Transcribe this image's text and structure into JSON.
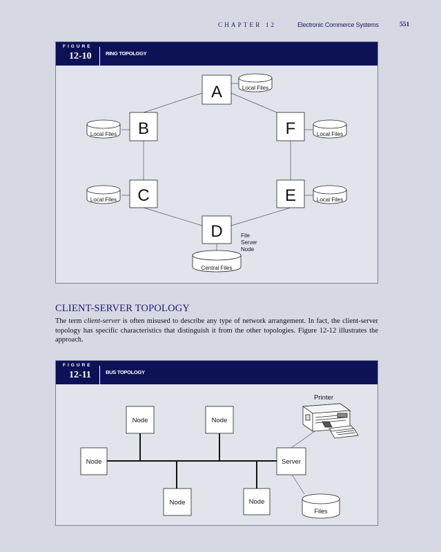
{
  "running_head": {
    "chapter": "CHAPTER 12",
    "title": "Electronic Commerce Systems",
    "page": "551"
  },
  "figure_ring": {
    "tag": "FIGURE",
    "number": "12-10",
    "title": "RING TOPOLOGY",
    "nodes": [
      "A",
      "B",
      "C",
      "D",
      "E",
      "F"
    ],
    "local_files": "Local Files",
    "file_server_note": [
      "File",
      "Server",
      "Node"
    ],
    "central_files": "Central Files"
  },
  "section": {
    "heading": "CLIENT-SERVER TOPOLOGY",
    "paragraph_before": "The term ",
    "paragraph_term": "client-server",
    "paragraph_after": " is often misused to describe any type of network arrangement. In fact, the client-server topology has specific characteristics that distinguish it from the other topologies. Figure 12-12 illustrates the approach."
  },
  "figure_bus": {
    "tag": "FIGURE",
    "number": "12-11",
    "title": "BUS TOPOLOGY",
    "node_label": "Node",
    "server_label": "Server",
    "printer_label": "Printer",
    "files_label": "Files"
  }
}
